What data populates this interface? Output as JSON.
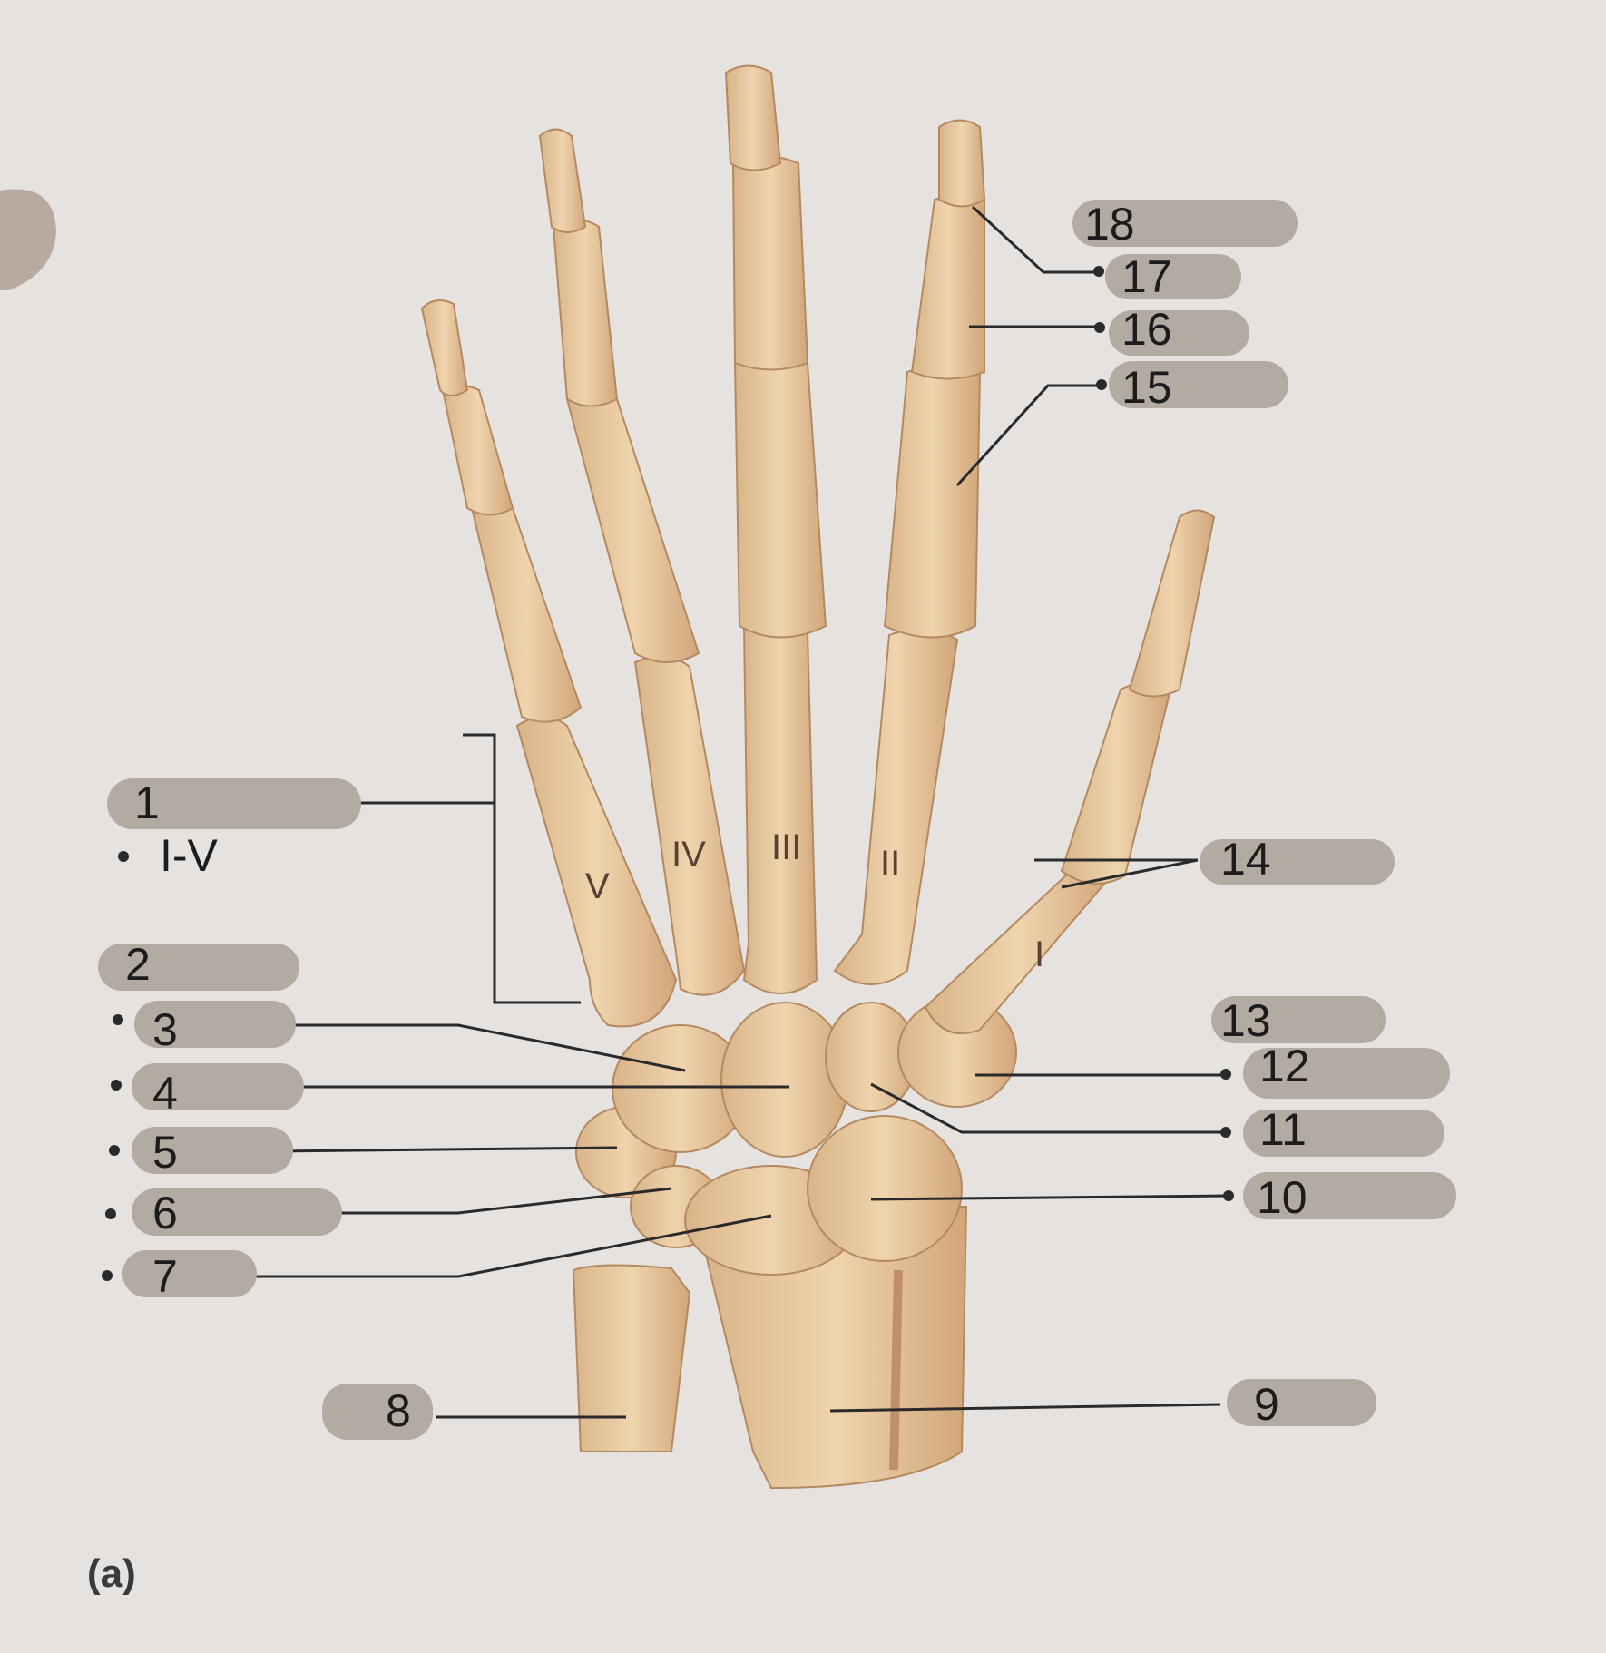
{
  "figure_label": "(a)",
  "labels": [
    "1",
    "2",
    "3",
    "4",
    "5",
    "6",
    "7",
    "8",
    "9",
    "10",
    "11",
    "12",
    "13",
    "14",
    "15",
    "16",
    "17",
    "18"
  ],
  "sublabel": "I-V",
  "roman_numerals": [
    "V",
    "IV",
    "III",
    "II",
    "I"
  ],
  "colors": {
    "bone": "#e8c9a0",
    "bone_shade": "#c99a6c",
    "paper": "#e6e2df",
    "answer_box": "#b3aaa2",
    "leader_line": "#2a2a2a"
  }
}
